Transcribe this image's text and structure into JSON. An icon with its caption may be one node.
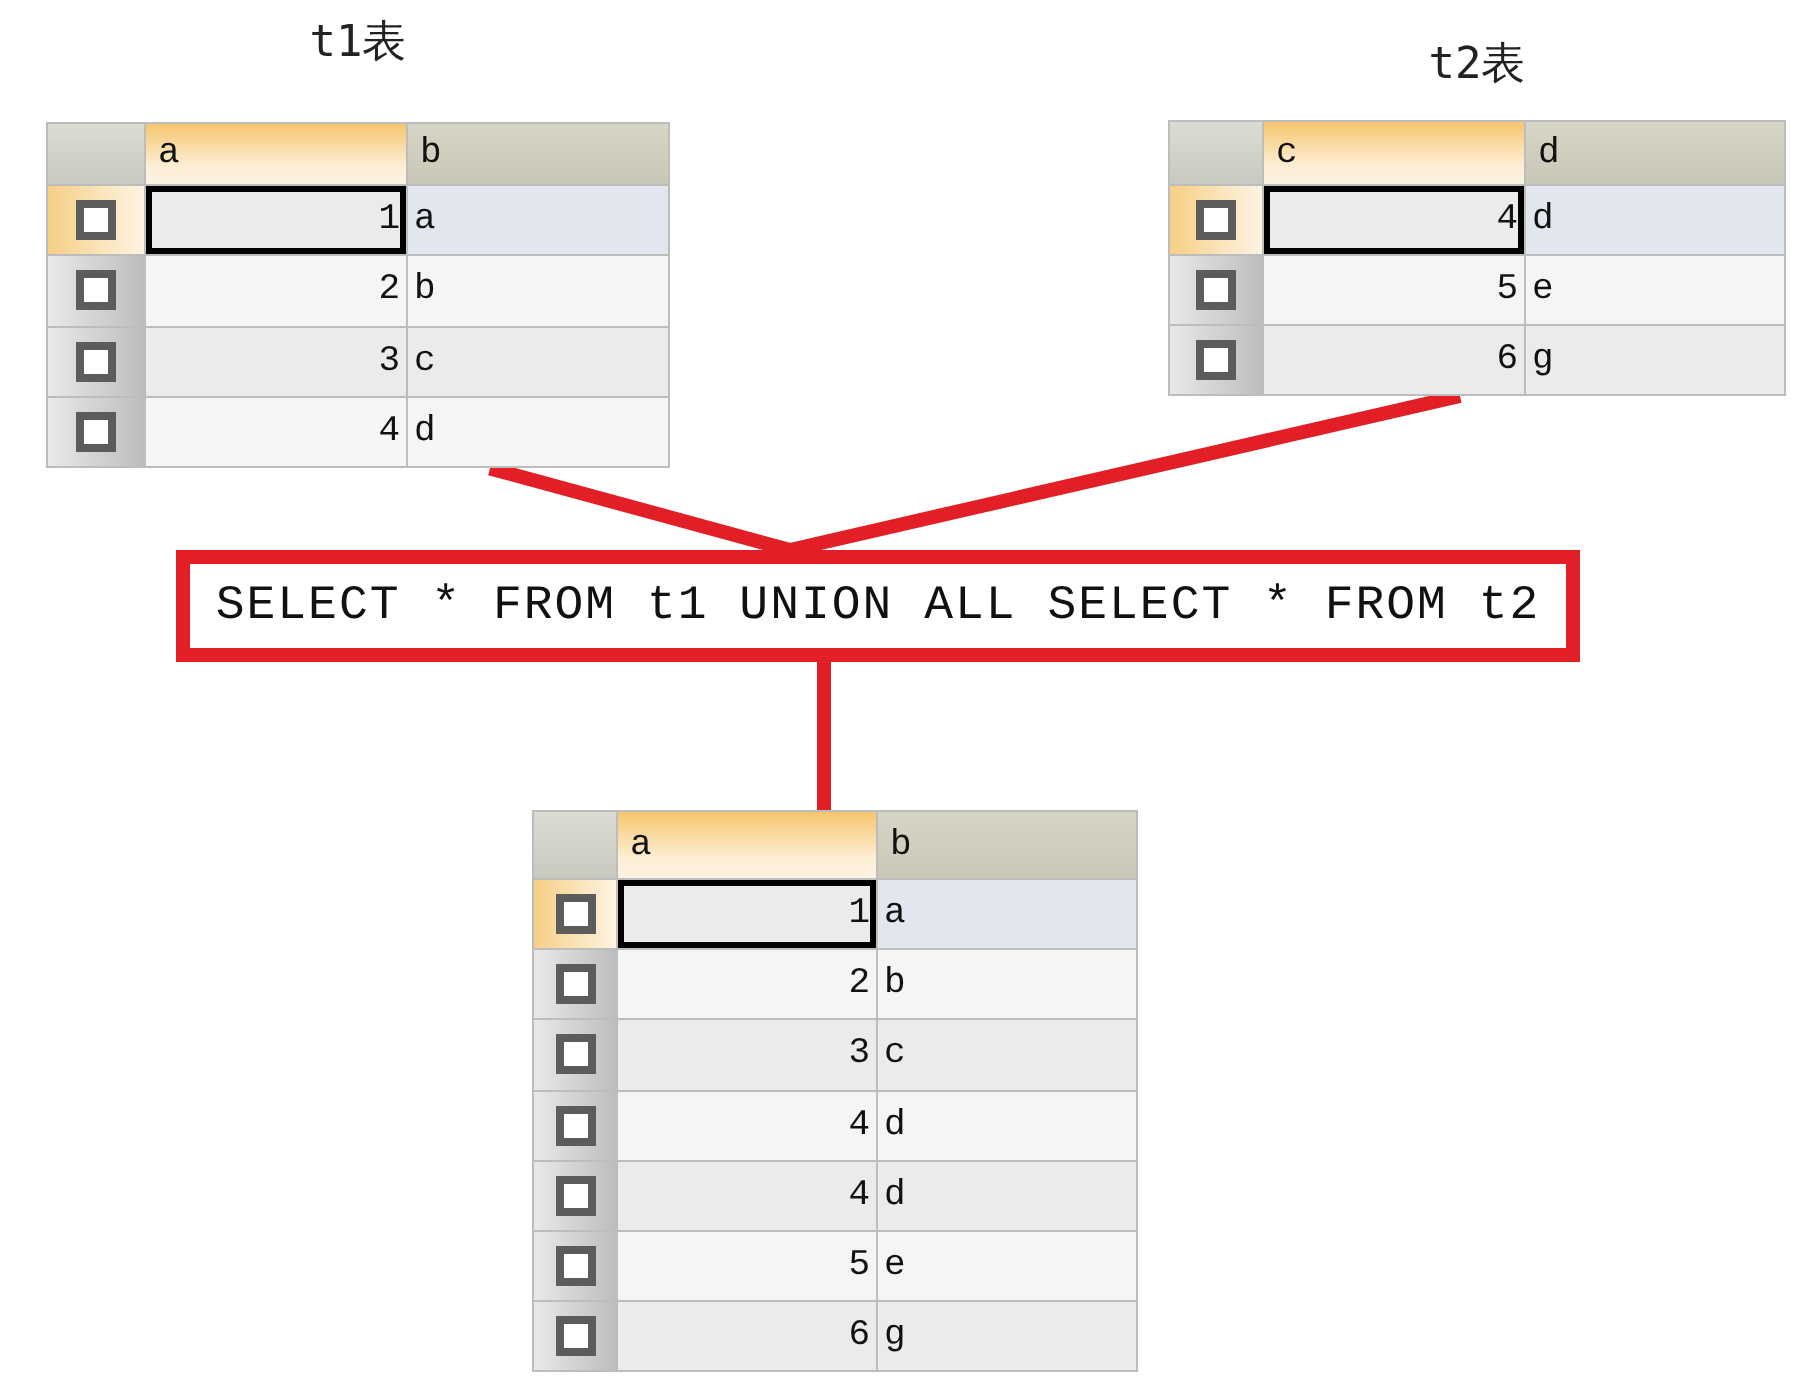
{
  "diagram": {
    "nodes": [
      {
        "text": [
          "a",
          "b",
          "1",
          "a",
          "2",
          "b",
          "3",
          "c",
          "4",
          "d"
        ],
        "beside": [
          "t1表"
        ]
      },
      {
        "text": [
          "c",
          "d",
          "4",
          "d",
          "5",
          "e",
          "6",
          "g"
        ],
        "beside": [
          "t2表"
        ]
      },
      {
        "text": [
          "SELECT * FROM t1 UNION ALL SELECT * FROM t2"
        ]
      },
      {
        "text": [
          "a",
          "b",
          "1",
          "a",
          "2",
          "b",
          "3",
          "c",
          "4",
          "d",
          "4",
          "d",
          "5",
          "e",
          "6",
          "g"
        ]
      }
    ],
    "edges": [
      {
        "from": 0,
        "to": 2,
        "arrow": "none"
      },
      {
        "from": 1,
        "to": 2,
        "arrow": "none"
      },
      {
        "from": 2,
        "to": 3,
        "arrow": "none"
      }
    ]
  }
}
